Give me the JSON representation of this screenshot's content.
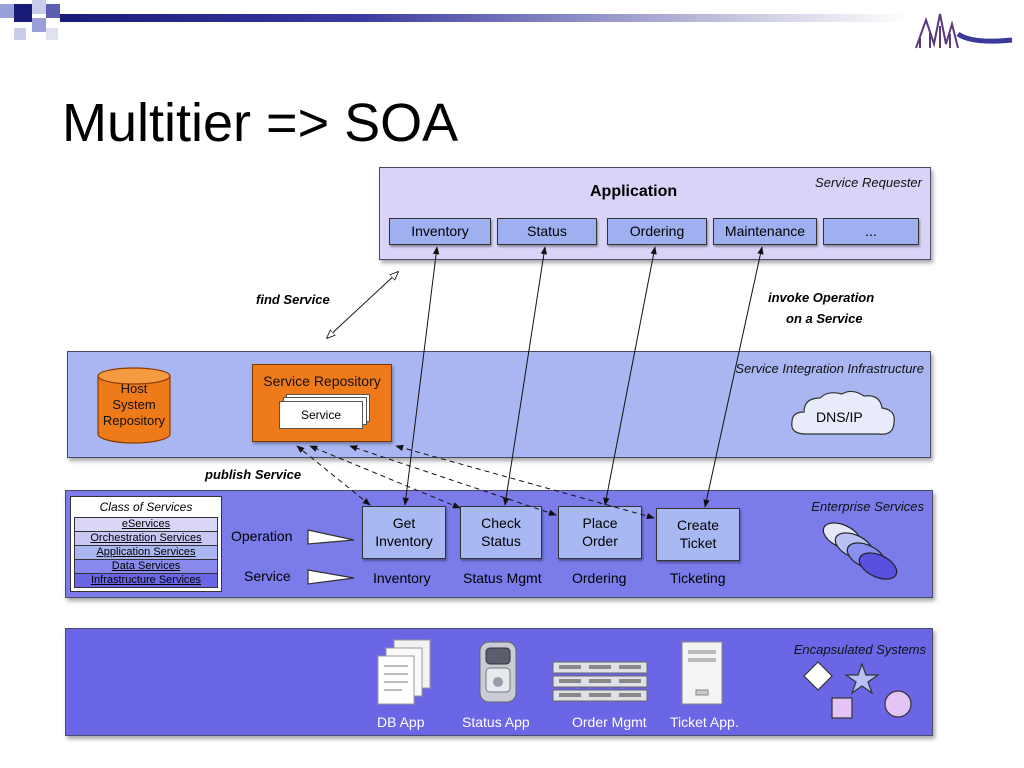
{
  "slide": {
    "title": "Multitier => SOA"
  },
  "requester": {
    "title": "Application",
    "layer_label": "Service Requester",
    "modules": [
      "Inventory",
      "Status",
      "Ordering",
      "Maintenance",
      "..."
    ]
  },
  "annotations": {
    "find_service": "find Service",
    "invoke_line1": "invoke Operation",
    "invoke_line2": "on a Service",
    "publish_service": "publish Service"
  },
  "integration": {
    "layer_label": "Service Integration Infrastructure",
    "host_repo": [
      "Host",
      "System",
      "Repository"
    ],
    "service_repo_title": "Service Repository",
    "service_card": "Service",
    "dns": "DNS/IP"
  },
  "enterprise": {
    "layer_label": "Enterprise Services",
    "class_title": "Class of Services",
    "classes": [
      "eServices",
      "Orchestration Services",
      "Application Services",
      "Data Services",
      "Infrastructure Services"
    ],
    "operation_label": "Operation",
    "service_label": "Service",
    "services": [
      {
        "op": [
          "Get",
          "Inventory"
        ],
        "name": "Inventory"
      },
      {
        "op": [
          "Check",
          "Status"
        ],
        "name": "Status Mgmt"
      },
      {
        "op": [
          "Place",
          "Order"
        ],
        "name": "Ordering"
      },
      {
        "op": [
          "Create",
          "Ticket"
        ],
        "name": "Ticketing"
      }
    ]
  },
  "encapsulated": {
    "layer_label": "Encapsulated Systems",
    "apps": [
      "DB App",
      "Status App",
      "Order Mgmt",
      "Ticket App."
    ]
  },
  "colors": {
    "requester_bg": "#d9d4f7",
    "integration_bg": "#a9b6f2",
    "enterprise_bg": "#7b7bea",
    "encapsulated_bg": "#6b66e6",
    "orange": "#ef7a1a",
    "header_dark": "#1a1a7a"
  },
  "icons": {
    "logo": "mountain-logo-icon",
    "host_repo": "database-cylinder-icon",
    "dns": "cloud-icon",
    "stack": "stacked-disks-icon",
    "shapes": "shapes-icon",
    "db_app": "document-stack-icon",
    "status_app": "server-tower-icon",
    "order_mgmt": "rack-server-icon",
    "ticket_app": "tower-pc-icon"
  }
}
